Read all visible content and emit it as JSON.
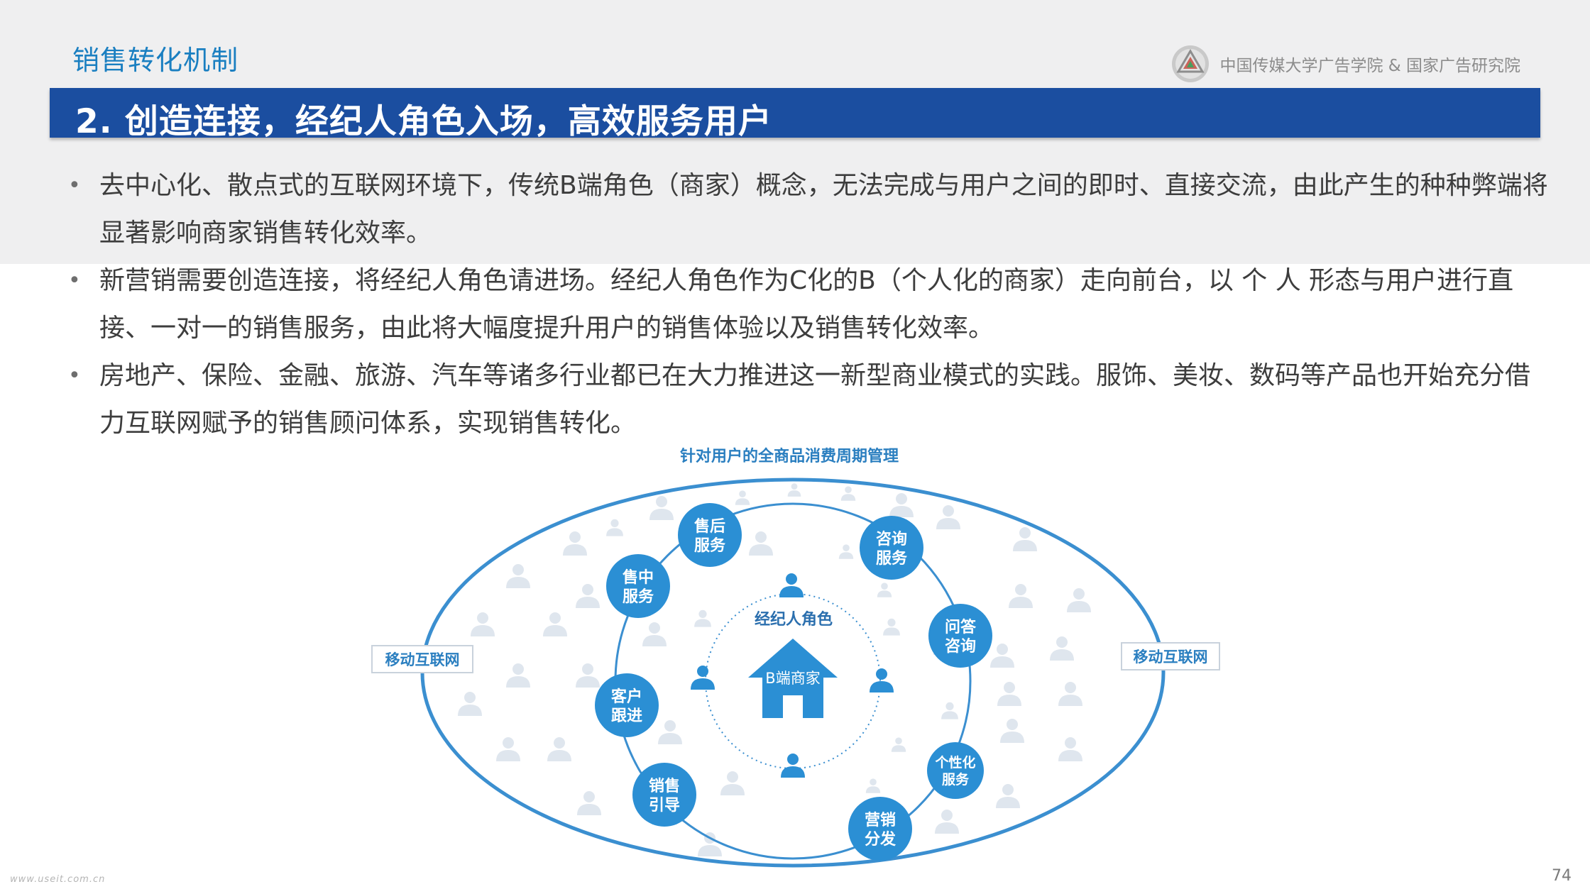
{
  "header": {
    "section_label": "销售转化机制",
    "org_name": "中国传媒大学广告学院 & 国家广告研究院"
  },
  "title": "2. 创造连接，经纪人角色入场，高效服务用户",
  "bullets": [
    "去中心化、散点式的互联网环境下，传统B端角色（商家）概念，无法完成与用户之间的即时、直接交流，由此产生的种种弊端将显著影响商家销售转化效率。",
    "新营销需要创造连接，将经纪人角色请进场。经纪人角色作为C化的B（个人化的商家）走向前台，以 个 人 形态与用户进行直接、一对一的销售服务，由此将大幅度提升用户的销售体验以及销售转化效率。",
    "房地产、保险、金融、旅游、汽车等诸多行业都已在大力推进这一新型商业模式的实践。服饰、美妆、数码等产品也开始充分借力互联网赋予的销售顾问体系，实现销售转化。"
  ],
  "diagram": {
    "title": "针对用户的全商品消费周期管理",
    "left_label": "移动互联网",
    "right_label": "移动互联网",
    "center_label": "B端商家",
    "agent_label": "经纪人角色",
    "services": [
      {
        "id": "after-sales",
        "line1": "售后",
        "line2": "服务"
      },
      {
        "id": "consulting",
        "line1": "咨询",
        "line2": "服务"
      },
      {
        "id": "in-sales",
        "line1": "售中",
        "line2": "服务"
      },
      {
        "id": "qa",
        "line1": "问答",
        "line2": "咨询"
      },
      {
        "id": "follow-up",
        "line1": "客户",
        "line2": "跟进"
      },
      {
        "id": "personalized",
        "line1": "个性化",
        "line2": "服务"
      },
      {
        "id": "guidance",
        "line1": "销售",
        "line2": "引导"
      },
      {
        "id": "distribution",
        "line1": "营销",
        "line2": "分发"
      }
    ],
    "colors": {
      "node_blue": "#2b8fd4",
      "ellipse_blue": "#3b8fd0",
      "user_icon": "#dfe6ee"
    }
  },
  "page_number": "74",
  "watermark": "www.useit.com.cn"
}
